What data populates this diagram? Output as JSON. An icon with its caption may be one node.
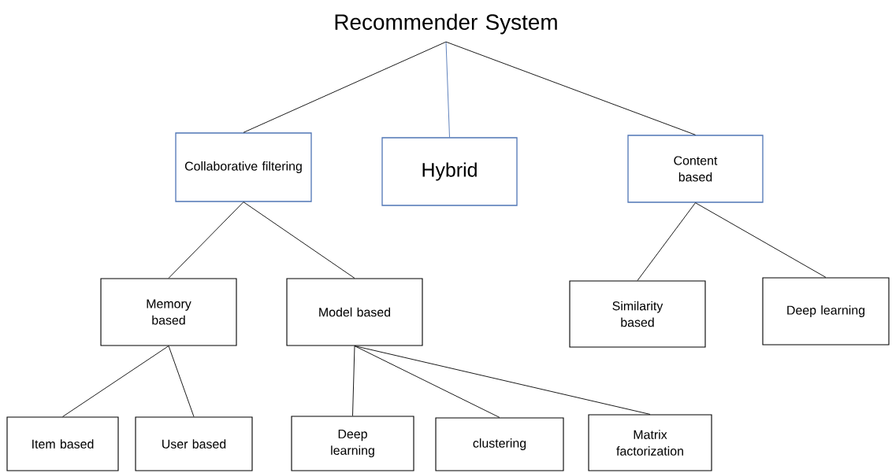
{
  "diagram": {
    "nodes": [
      {
        "text": [
          "Recommender System"
        ]
      },
      {
        "text": [
          "Collaborative filtering"
        ]
      },
      {
        "text": [
          "Hybrid"
        ]
      },
      {
        "text": [
          "Content based"
        ]
      },
      {
        "text": [
          "Memory based"
        ]
      },
      {
        "text": [
          "Model based"
        ]
      },
      {
        "text": [
          "Similarity based"
        ]
      },
      {
        "text": [
          "Deep learning"
        ]
      },
      {
        "text": [
          "Item based"
        ]
      },
      {
        "text": [
          "User based"
        ]
      },
      {
        "text": [
          "Deep learning"
        ]
      },
      {
        "text": [
          "clustering"
        ]
      },
      {
        "text": [
          "Matrix factorization"
        ]
      }
    ],
    "edges": [
      {
        "from": 0,
        "to": 1,
        "arrow": "none"
      },
      {
        "from": 0,
        "to": 2,
        "arrow": "none",
        "color": "#4f75b5"
      },
      {
        "from": 0,
        "to": 3,
        "arrow": "none"
      },
      {
        "from": 1,
        "to": 4,
        "arrow": "none"
      },
      {
        "from": 1,
        "to": 5,
        "arrow": "none"
      },
      {
        "from": 3,
        "to": 6,
        "arrow": "none"
      },
      {
        "from": 3,
        "to": 7,
        "arrow": "none"
      },
      {
        "from": 4,
        "to": 8,
        "arrow": "none"
      },
      {
        "from": 4,
        "to": 9,
        "arrow": "none"
      },
      {
        "from": 5,
        "to": 10,
        "arrow": "none"
      },
      {
        "from": 5,
        "to": 11,
        "arrow": "none"
      },
      {
        "from": 5,
        "to": 12,
        "arrow": "none"
      }
    ]
  }
}
